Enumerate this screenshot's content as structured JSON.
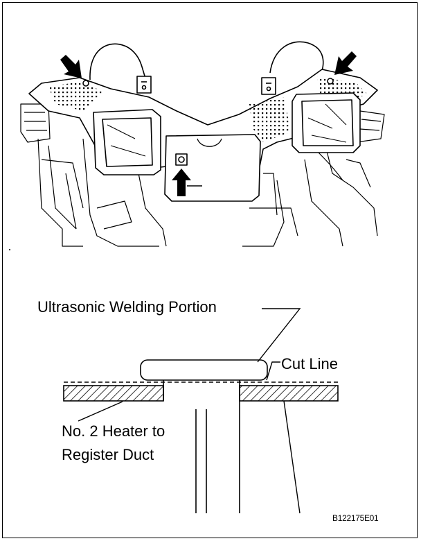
{
  "labels": {
    "welding_portion": "Ultrasonic Welding Portion",
    "cut_line": "Cut Line",
    "duct_line1": "No. 2 Heater to",
    "duct_line2": "Register Duct"
  },
  "figure_code": "B122175E01",
  "icons": [
    "arrow-icon",
    "arrow-icon",
    "arrow-icon",
    "weld-point-icon"
  ]
}
